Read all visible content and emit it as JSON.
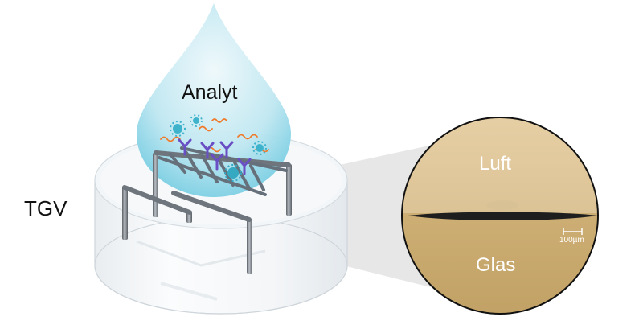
{
  "labels": {
    "tgv": "TGV",
    "analyte": "Analyt",
    "air": "Luft",
    "glass": "Glas",
    "scale_bar": "100µm"
  },
  "colors": {
    "droplet_light": "#eef8fb",
    "droplet_dark": "#7fd0e4",
    "electrode_metal": "#7a8189",
    "antibody": "#6a4fc4",
    "analyte_particle": "#3fb3cc",
    "molecule_squiggle": "#f07a2a",
    "microscope_air": "#e2c89c",
    "microscope_glass": "#c6a66a",
    "interface_line": "#222222"
  },
  "icons": [
    "antibody-icon",
    "analyte-particle-icon",
    "molecule-squiggle-icon"
  ]
}
